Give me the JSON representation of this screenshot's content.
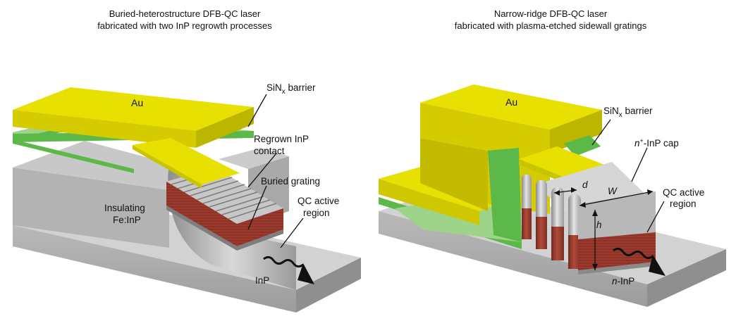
{
  "left": {
    "title_line1": "Buried-heterostructure DFB-QC laser",
    "title_line2": "fabricated with two InP regrowth processes",
    "labels": {
      "au": "Au",
      "sinx_main": "SiN",
      "sinx_sub": "x",
      "sinx_rest": " barrier",
      "regrown_1": "Regrown InP",
      "regrown_2": "contact",
      "buried_grating": "Buried grating",
      "qc_1": "QC active",
      "qc_2": "region",
      "insulating_1": "Insulating",
      "insulating_2": "Fe:InP",
      "inp": "InP"
    }
  },
  "right": {
    "title_line1": "Narrow-ridge DFB-QC laser",
    "title_line2": "fabricated with plasma-etched sidewall gratings",
    "labels": {
      "au": "Au",
      "sinx_main": "SiN",
      "sinx_sub": "x",
      "sinx_rest": " barrier",
      "cap_n": "n",
      "cap_sup": "+",
      "cap_rest": "-InP cap",
      "d": "d",
      "w": "W",
      "h": "h",
      "qc_1": "QC active",
      "qc_2": "region",
      "ninp_n": "n",
      "ninp_rest": "-InP"
    }
  },
  "colors": {
    "gold": "#e8e000",
    "gold_side": "#c9c400",
    "green": "#5cb848",
    "green_light": "#9ed48a",
    "gray_top": "#d3d3d3",
    "gray_side": "#a8a8a8",
    "active": "#9c3a2e"
  }
}
